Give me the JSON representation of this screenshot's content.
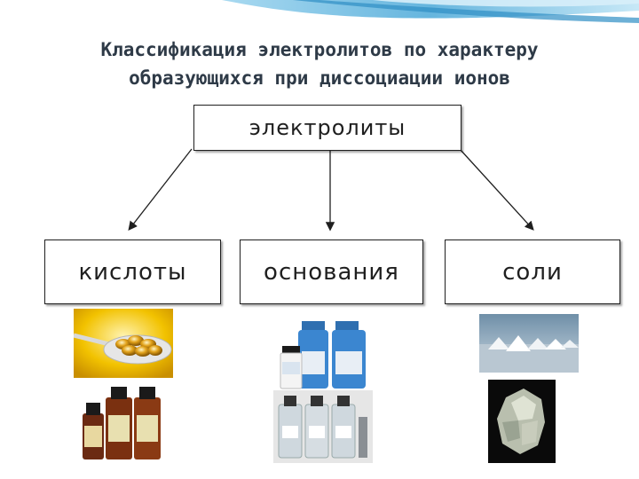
{
  "title": {
    "line1": "Классификация электролитов по характеру",
    "line2": "образующихся при диссоциации ионов"
  },
  "root": {
    "label": "электролиты"
  },
  "categories": [
    {
      "label": "кислоты"
    },
    {
      "label": "основания"
    },
    {
      "label": "соли"
    }
  ],
  "photos": [
    {
      "icon": "capsules-spoon-photo"
    },
    {
      "icon": "brown-bottles-photo"
    },
    {
      "icon": "blue-jars-photo"
    },
    {
      "icon": "lab-bottles-photo"
    },
    {
      "icon": "salt-piles-photo"
    },
    {
      "icon": "salt-crystal-photo"
    }
  ],
  "colors": {
    "accent": "#4aa8d8",
    "text": "#2e3a47",
    "border": "#1f1f1f"
  }
}
